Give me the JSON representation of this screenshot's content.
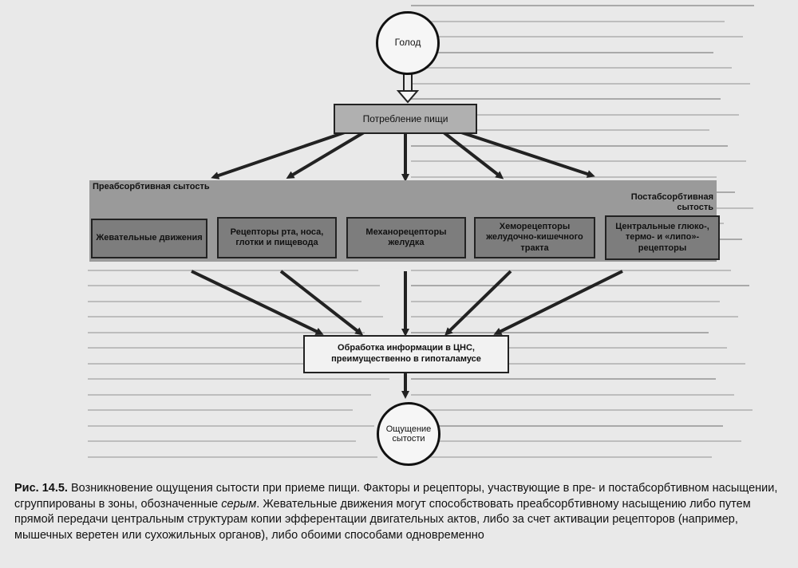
{
  "diagram": {
    "hunger": "Голод",
    "food_intake": "Потребление пищи",
    "preabsorptive_label": "Преабсорбтивная сытость",
    "postabsorptive_label": "Постабсорбтивная сытость",
    "receptors": [
      "Жевательные движения",
      "Рецепторы рта, носа, глотки и пищевода",
      "Механорецепторы желудка",
      "Хеморецепторы желудочно-кишечного тракта",
      "Центральные глюко-, термо- и «липо»- рецепторы"
    ],
    "cns_processing": "Обработка информации в ЦНС, преимущественно в гипоталамусе",
    "satiety": "Ощущение сытости"
  },
  "caption": {
    "label": "Рис. 14.5.",
    "text_before": "Возникновение ощущения сытости при приеме пищи. Факторы и рецепторы, участвующие в пре- и постабсорбтивном насыщении, сгруппированы в зоны, обозначенные",
    "emphasis": "серым",
    "text_after": ". Жевательные движения могут способствовать преабсорбтивному насыщению либо путем прямой передачи центральным структурам копии эфферентации двигательных актов, либо за счет активации рецепторов (например, мышечных веретен или сухожильных органов), либо обоими способами одновременно"
  },
  "colors": {
    "background": "#e9e9e9",
    "gray_zone": "#9a9a9a",
    "receptor_box": "#7d7d7d",
    "food_box": "#b0b0b0",
    "cns_box": "#f2f2f2"
  }
}
